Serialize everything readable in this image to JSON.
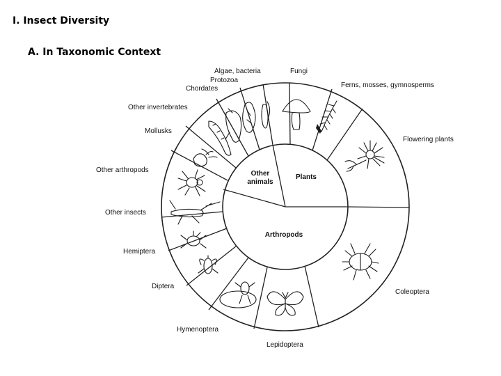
{
  "headings": {
    "title": "I. Insect Diversity",
    "subtitle": "A. In Taxonomic Context"
  },
  "inner_labels": {
    "other_animals_line1": "Other",
    "other_animals_line2": "animals",
    "plants": "Plants",
    "arthropods": "Arthropods"
  },
  "outer_labels": {
    "algae": "Algae, bacteria",
    "protozoa": "Protozoa",
    "chordates": "Chordates",
    "fungi": "Fungi",
    "ferns": "Ferns, mosses, gymnosperms",
    "other_invertebrates": "Other invertebrates",
    "mollusks": "Mollusks",
    "flowering_plants": "Flowering plants",
    "other_arthropods": "Other arthropods",
    "other_insects": "Other insects",
    "hemiptera": "Hemiptera",
    "diptera": "Diptera",
    "coleoptera": "Coleoptera",
    "hymenoptera": "Hymenoptera",
    "lepidoptera": "Lepidoptera"
  },
  "icons": [
    "flask-icon",
    "amoeba-icon",
    "fish-icon",
    "mushroom-icon",
    "fern-icon",
    "worm-icon",
    "slug-icon",
    "daisy-icon",
    "spider-icon",
    "grasshopper-icon",
    "bug-icon",
    "fly-icon",
    "beetle-icon",
    "bee-icon",
    "butterfly-icon"
  ]
}
